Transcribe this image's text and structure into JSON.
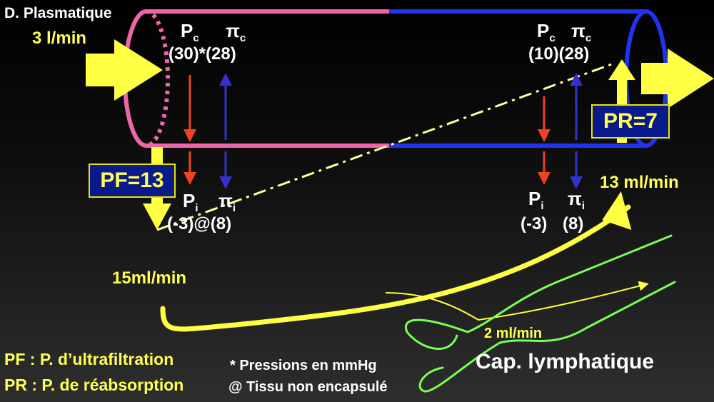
{
  "title": "D. Plasmatique",
  "inflow": "3 l/min",
  "arterial": {
    "pc_symbol": "P",
    "pc_sub": "c",
    "pic_symbol": "π",
    "pic_sub": "c",
    "values": "(30)*(28)",
    "pi_symbol": "P",
    "pi_sub": "i",
    "pii_symbol": "π",
    "pii_sub": "i",
    "pi_values": "(-3)@(8)"
  },
  "venous": {
    "pc_symbol": "P",
    "pc_sub": "c",
    "pic_symbol": "π",
    "pic_sub": "c",
    "values": "(10)(28)",
    "pi_symbol": "P",
    "pi_sub": "i",
    "pi_value": "(-3)",
    "pii_symbol": "π",
    "pii_sub": "i",
    "pii_value": "(8)"
  },
  "pf_box": "PF=13",
  "pr_box": "PR=7",
  "reabsorption_flow": "13 ml/min",
  "filtration_flow": "15ml/min",
  "lymph_flow": "2 ml/min",
  "lymph_label": "Cap. lymphatique",
  "legend": {
    "pf": "PF : P. d’ultrafiltration",
    "pr": "PR : P. de réabsorption",
    "units_note": "* Pressions en mmHg",
    "tissue_note": "@ Tissu non encapsulé"
  },
  "colors": {
    "arterial": "#ee66aa",
    "venous": "#2233ee",
    "hydrostatic": "#ee4422",
    "oncotic": "#3333cc",
    "flow": "#ffff44",
    "lymph": "#77ff55"
  }
}
